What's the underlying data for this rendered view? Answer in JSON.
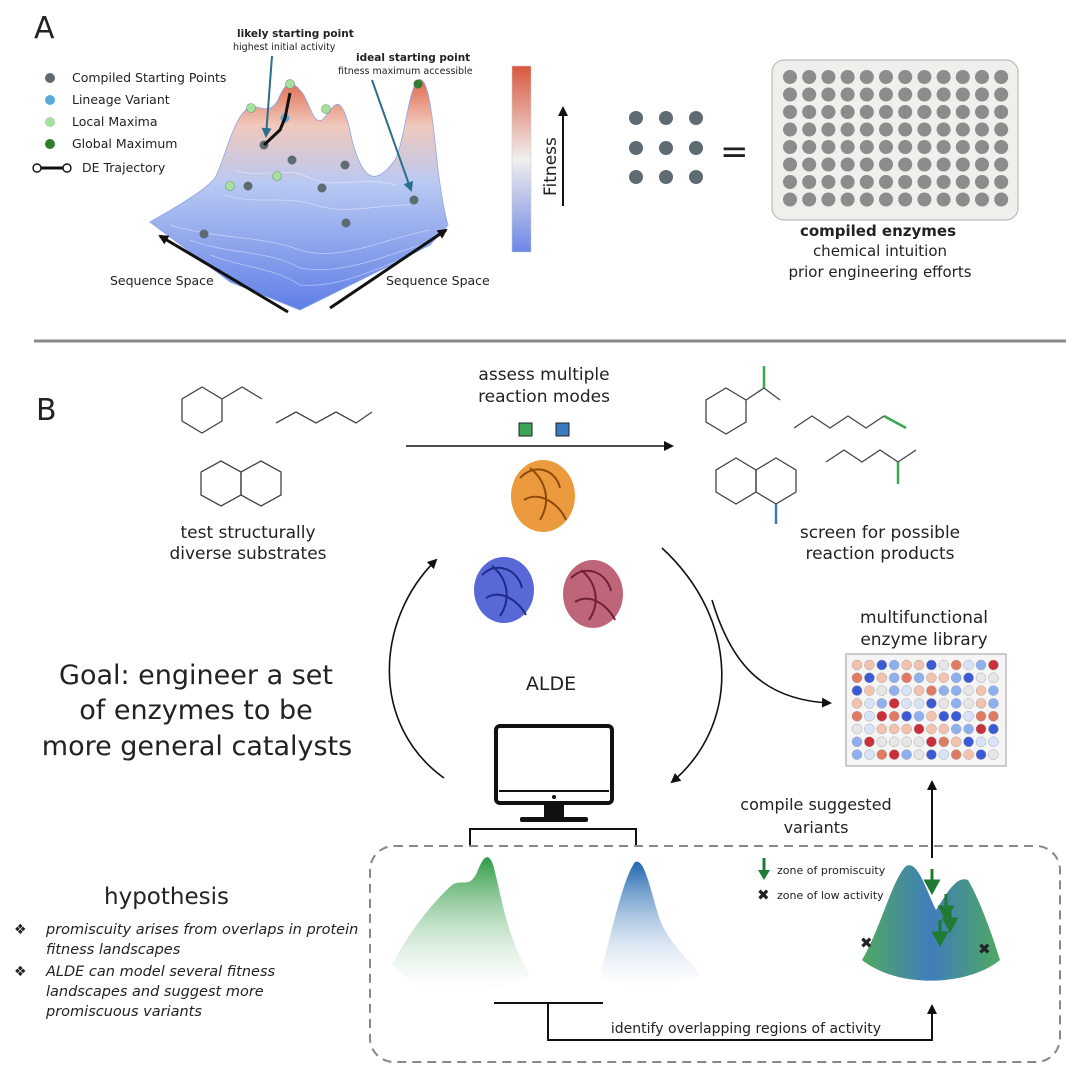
{
  "panel_a": {
    "label": "A",
    "legend": [
      {
        "label": "Compiled Starting Points",
        "color": "#5f6b73"
      },
      {
        "label": "Lineage Variant",
        "color": "#5aa9d6"
      },
      {
        "label": "Local Maxima",
        "color": "#a6e0a0"
      },
      {
        "label": "Global Maximum",
        "color": "#2e7d32"
      },
      {
        "label": "DE Trajectory",
        "color": "#111111"
      }
    ],
    "callout_likely_title": "likely starting point",
    "callout_likely_sub": "highest initial activity",
    "callout_ideal_title": "ideal starting point",
    "callout_ideal_sub": "fitness maximum accessible",
    "axis_left": "Sequence Space",
    "axis_right": "Sequence Space",
    "fitness_label": "Fitness",
    "equals": "=",
    "plate_title": "compiled enzymes",
    "plate_line2": "chemical intuition",
    "plate_line3": "prior engineering efforts",
    "colors": {
      "fitness_high": "#d9573f",
      "fitness_low": "#6c86e6",
      "plate_well": "#8c8c8c"
    }
  },
  "panel_b": {
    "label": "B",
    "reaction_title_1": "assess multiple",
    "reaction_title_2": "reaction modes",
    "substrates_1": "test structurally",
    "substrates_2": "diverse substrates",
    "products_1": "screen for possible",
    "products_2": "reaction products",
    "center_label": "ALDE",
    "library_title_1": "multifunctional",
    "library_title_2": "enzyme library",
    "goal_1": "Goal: engineer a set",
    "goal_2": "of enzymes to be",
    "goal_3": "more general catalysts",
    "compile_1": "compile suggested",
    "compile_2": "variants",
    "zone_promiscuity": "zone of promiscuity",
    "zone_low": "zone of low activity",
    "identify": "identify overlapping regions of activity",
    "hypothesis_title": "hypothesis",
    "hypothesis_bullet": "❖",
    "hypothesis_items": [
      "promiscuity arises from overlaps in protein fitness landscapes",
      "ALDE can model several fitness landscapes and suggest more promiscuous variants"
    ],
    "colors": {
      "green_mode": "#3aa655",
      "blue_mode": "#3a7bbf",
      "protein_orange": "#e8891c",
      "protein_blue": "#3b4fd0",
      "protein_red": "#b44a63",
      "marker_red": "#c0171c",
      "arrow_green": "#1f7a33"
    }
  }
}
